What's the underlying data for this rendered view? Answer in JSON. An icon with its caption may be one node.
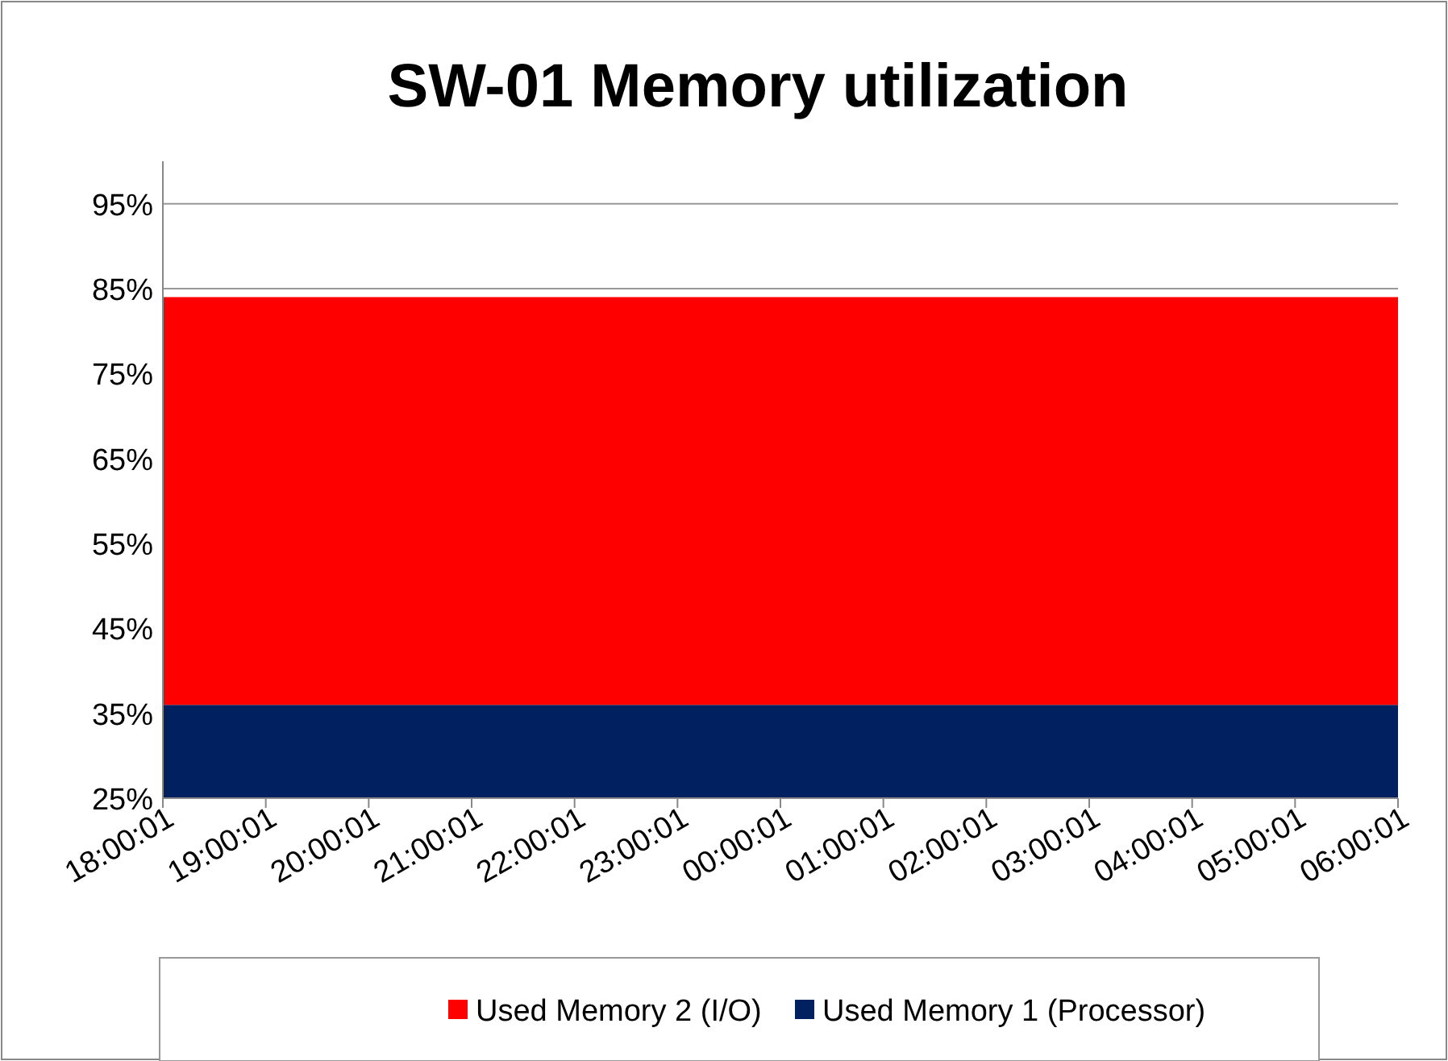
{
  "diagram": {
    "title": "SW-01 Memory utilization",
    "chart_data": {
      "type": "area",
      "stacked": true,
      "categories": [
        "18:00:01",
        "19:00:01",
        "20:00:01",
        "21:00:01",
        "22:00:01",
        "23:00:01",
        "00:00:01",
        "01:00:01",
        "02:00:01",
        "03:00:01",
        "04:00:01",
        "05:00:01",
        "06:00:01"
      ],
      "series": [
        {
          "name": "Used Memory 1 (Processor)",
          "color": "#002060",
          "values": [
            36,
            36,
            36,
            36,
            36,
            36,
            36,
            36,
            36,
            36,
            36,
            36,
            36
          ]
        },
        {
          "name": "Used Memory 2 (I/O)",
          "color": "#ff0000",
          "values": [
            48,
            48,
            48,
            48,
            48,
            48,
            48,
            48,
            48,
            48,
            48,
            48,
            48
          ]
        }
      ],
      "ylim": [
        25,
        100
      ],
      "yticks": [
        {
          "value": 25,
          "label": "25%"
        },
        {
          "value": 35,
          "label": "35%"
        },
        {
          "value": 45,
          "label": "45%"
        },
        {
          "value": 55,
          "label": "55%"
        },
        {
          "value": 65,
          "label": "65%"
        },
        {
          "value": 75,
          "label": "75%"
        },
        {
          "value": 85,
          "label": "85%"
        },
        {
          "value": 95,
          "label": "95%"
        }
      ]
    }
  }
}
